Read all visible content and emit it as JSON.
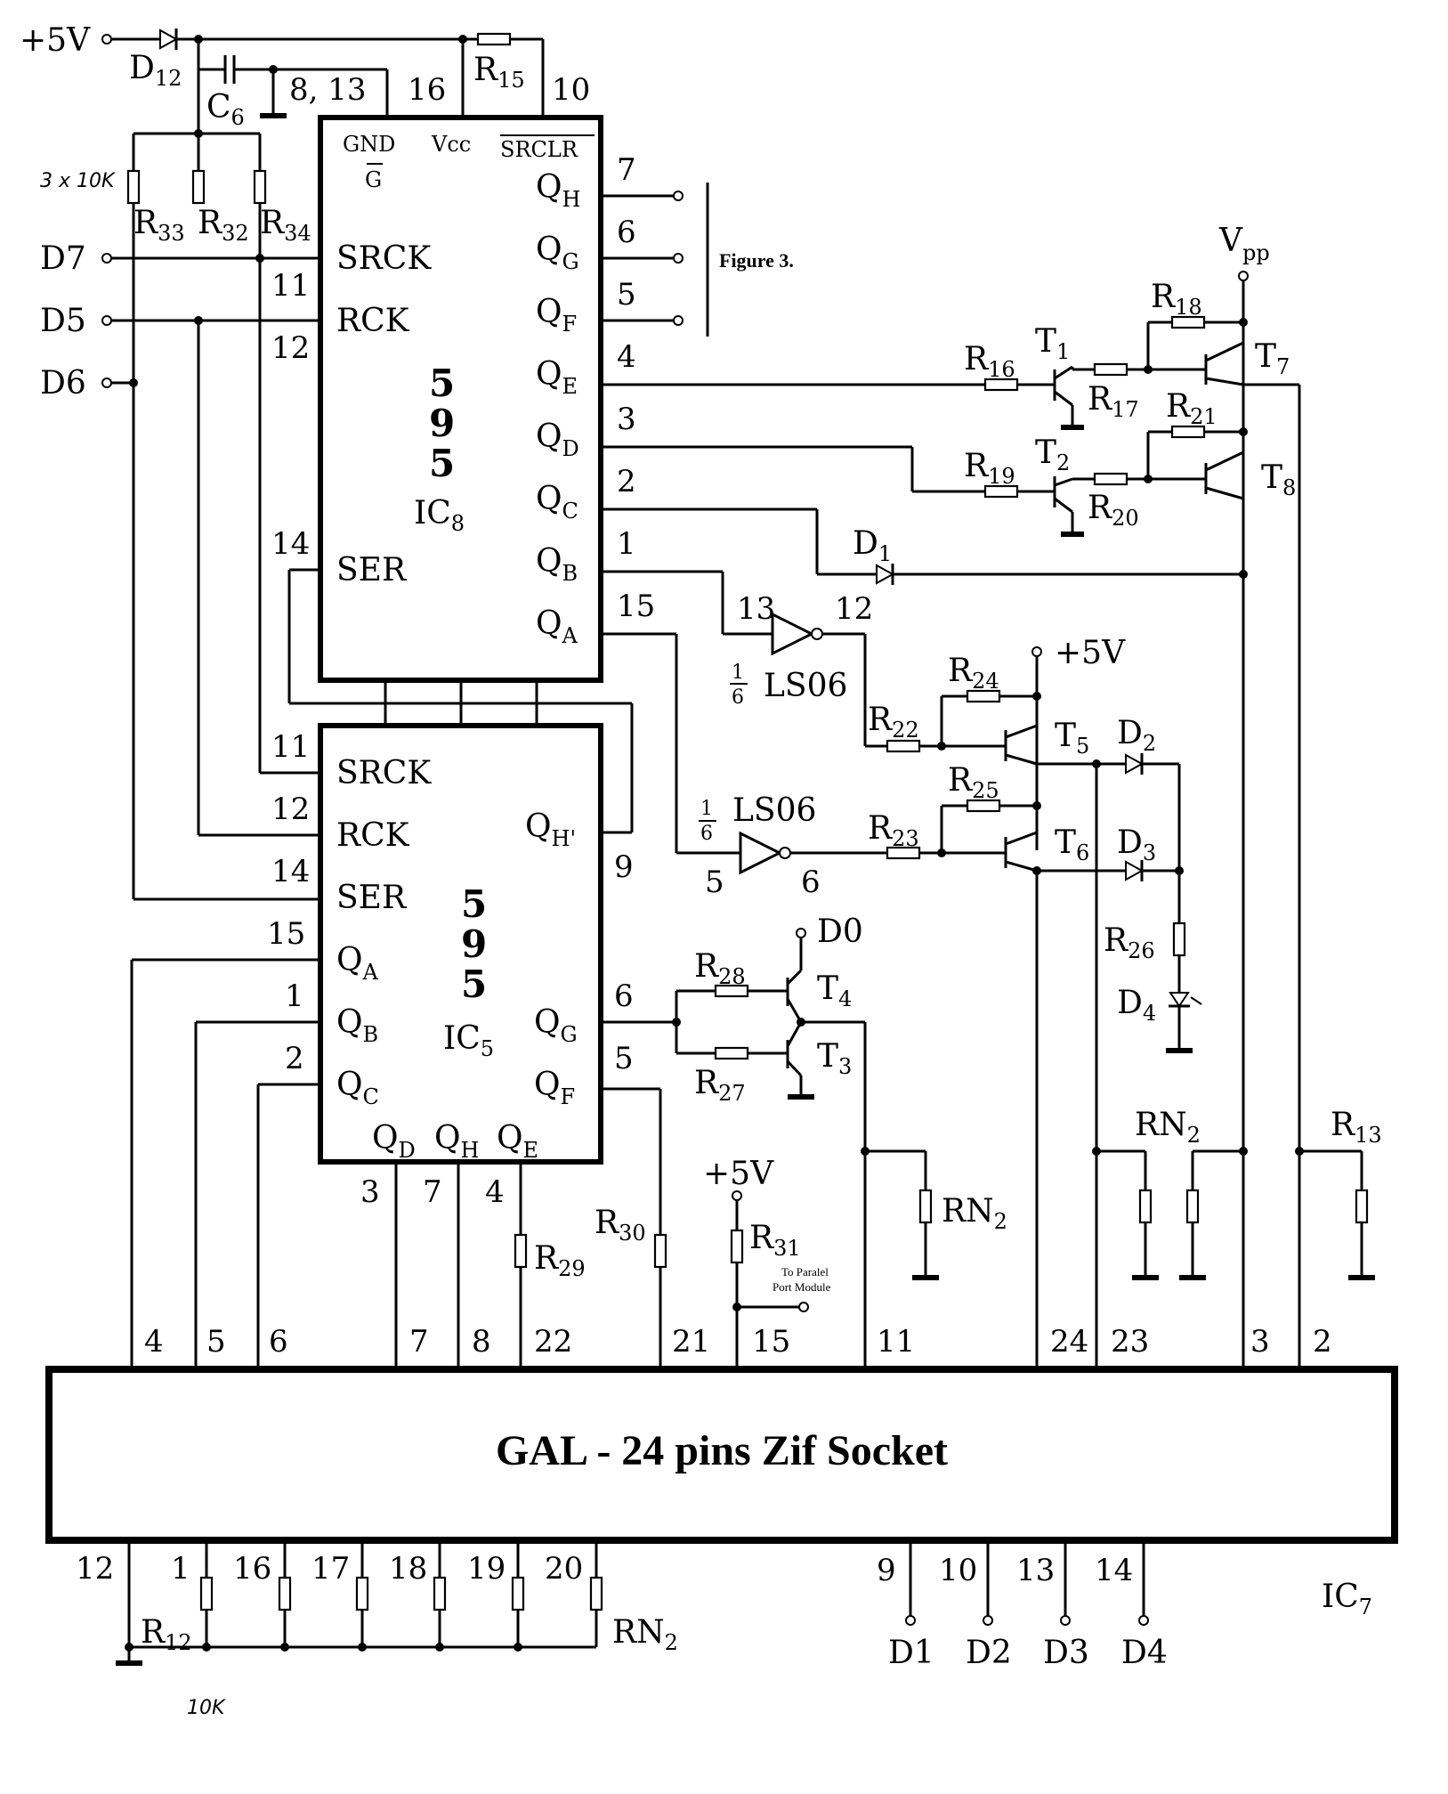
{
  "supply": {
    "plus5v": "+5V",
    "vpp": "V",
    "vpp_sub": "pp"
  },
  "ic8": {
    "id": "IC",
    "id_sub": "8",
    "part": [
      "5",
      "9",
      "5"
    ],
    "top_pins": {
      "gnd": "GND",
      "g": "G",
      "vcc": "Vcc",
      "srclr": "SRCLR"
    },
    "top_pin_nums": {
      "gnd": "8, 13",
      "vcc": "16",
      "srclr": "10"
    },
    "left_pins": [
      {
        "name": "SRCK",
        "num": "11"
      },
      {
        "name": "RCK",
        "num": "12"
      },
      {
        "name": "SER",
        "num": "14"
      }
    ],
    "right_pins": [
      {
        "name": "Q",
        "sub": "H",
        "num": "7"
      },
      {
        "name": "Q",
        "sub": "G",
        "num": "6"
      },
      {
        "name": "Q",
        "sub": "F",
        "num": "5"
      },
      {
        "name": "Q",
        "sub": "E",
        "num": "4"
      },
      {
        "name": "Q",
        "sub": "D",
        "num": "3"
      },
      {
        "name": "Q",
        "sub": "C",
        "num": "2"
      },
      {
        "name": "Q",
        "sub": "B",
        "num": "1"
      },
      {
        "name": "Q",
        "sub": "A",
        "num": "15"
      }
    ]
  },
  "ic5": {
    "id": "IC",
    "id_sub": "5",
    "part": [
      "5",
      "9",
      "5"
    ],
    "left_pins": [
      {
        "name": "SRCK",
        "num": "11"
      },
      {
        "name": "RCK",
        "num": "12"
      },
      {
        "name": "SER",
        "num": "14"
      },
      {
        "name": "Q",
        "sub": "A",
        "num": "15"
      },
      {
        "name": "Q",
        "sub": "B",
        "num": "1"
      },
      {
        "name": "Q",
        "sub": "C",
        "num": "2"
      }
    ],
    "right_pins": [
      {
        "name": "Q",
        "sub": "H'",
        "num": "9"
      },
      {
        "name": "Q",
        "sub": "G",
        "num": "6"
      },
      {
        "name": "Q",
        "sub": "F",
        "num": "5"
      }
    ],
    "bottom_pins": [
      {
        "name": "Q",
        "sub": "D",
        "num": "3"
      },
      {
        "name": "Q",
        "sub": "H",
        "num": "7"
      },
      {
        "name": "Q",
        "sub": "E",
        "num": "4"
      }
    ]
  },
  "inputs": [
    "D7",
    "D5",
    "D6",
    "D0"
  ],
  "resistors": {
    "r15": "15",
    "r16": "16",
    "r17": "17",
    "r18": "18",
    "r19": "19",
    "r20": "20",
    "r21": "21",
    "r22": "22",
    "r23": "23",
    "r24": "24",
    "r25": "25",
    "r26": "26",
    "r27": "27",
    "r28": "28",
    "r29": "29",
    "r30": "30",
    "r31": "31",
    "r32": "32",
    "r33": "33",
    "r34": "34",
    "r12": "12",
    "r13": "13"
  },
  "resistor_prefix": "R",
  "rn_label": "RN",
  "rn_sub": "2",
  "transistors": {
    "prefix": "T",
    "t1": "1",
    "t2": "2",
    "t3": "3",
    "t4": "4",
    "t5": "5",
    "t6": "6",
    "t7": "7",
    "t8": "8"
  },
  "diodes": {
    "prefix": "D",
    "d1": "1",
    "d2": "2",
    "d3": "3",
    "d4": "4",
    "d12": "12"
  },
  "capacitor": {
    "prefix": "C",
    "sub": "6"
  },
  "inverters": {
    "frac_num": "1",
    "frac_den": "6",
    "part": "LS06",
    "inv1_pins": [
      "13",
      "12"
    ],
    "inv2_pins": [
      "5",
      "6"
    ]
  },
  "annotations": {
    "figure_ref": "Figure 3.",
    "to_parallel": [
      "To Paralel",
      "Port Module"
    ],
    "handwritten_3x10k": "3 x 10K",
    "handwritten_10k": "10K"
  },
  "zif": {
    "title": "GAL - 24 pins Zif Socket",
    "ic_id": "IC",
    "ic_sub": "7",
    "top_pins": [
      "4",
      "5",
      "6",
      "7",
      "8",
      "22",
      "21",
      "15",
      "11",
      "24",
      "23",
      "3",
      "2"
    ],
    "bottom_pins_left": [
      "12",
      "1",
      "16",
      "17",
      "18",
      "19",
      "20"
    ],
    "bottom_pins_right": [
      "9",
      "10",
      "13",
      "14"
    ],
    "bottom_outputs": [
      "D1",
      "D2",
      "D3",
      "D4"
    ]
  }
}
